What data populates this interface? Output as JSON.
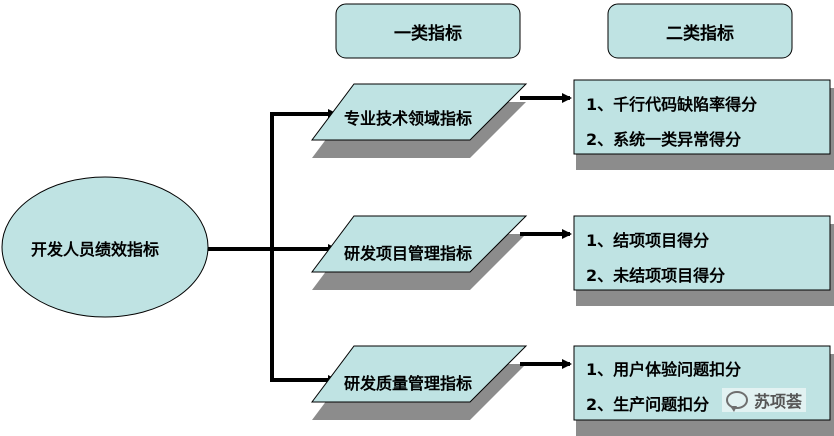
{
  "colors": {
    "fill": "#bfe3e3",
    "stroke": "#000000",
    "shadow": "#8c8c8c",
    "background": "#ffffff"
  },
  "headers": {
    "level1": "一类指标",
    "level2": "二类指标"
  },
  "root": {
    "label": "开发人员绩效指标"
  },
  "branches": [
    {
      "label": "专业技术领域指标",
      "items": [
        "1、千行代码缺陷率得分",
        "2、系统一类异常得分"
      ]
    },
    {
      "label": "研发项目管理指标",
      "items": [
        "1、结项项目得分",
        "2、未结项项目得分"
      ]
    },
    {
      "label": "研发质量管理指标",
      "items": [
        "1、用户体验问题扣分",
        "2、生产问题扣分"
      ]
    }
  ],
  "watermark": {
    "icon": "wechat-bubble-icon",
    "text": "苏项荟"
  }
}
